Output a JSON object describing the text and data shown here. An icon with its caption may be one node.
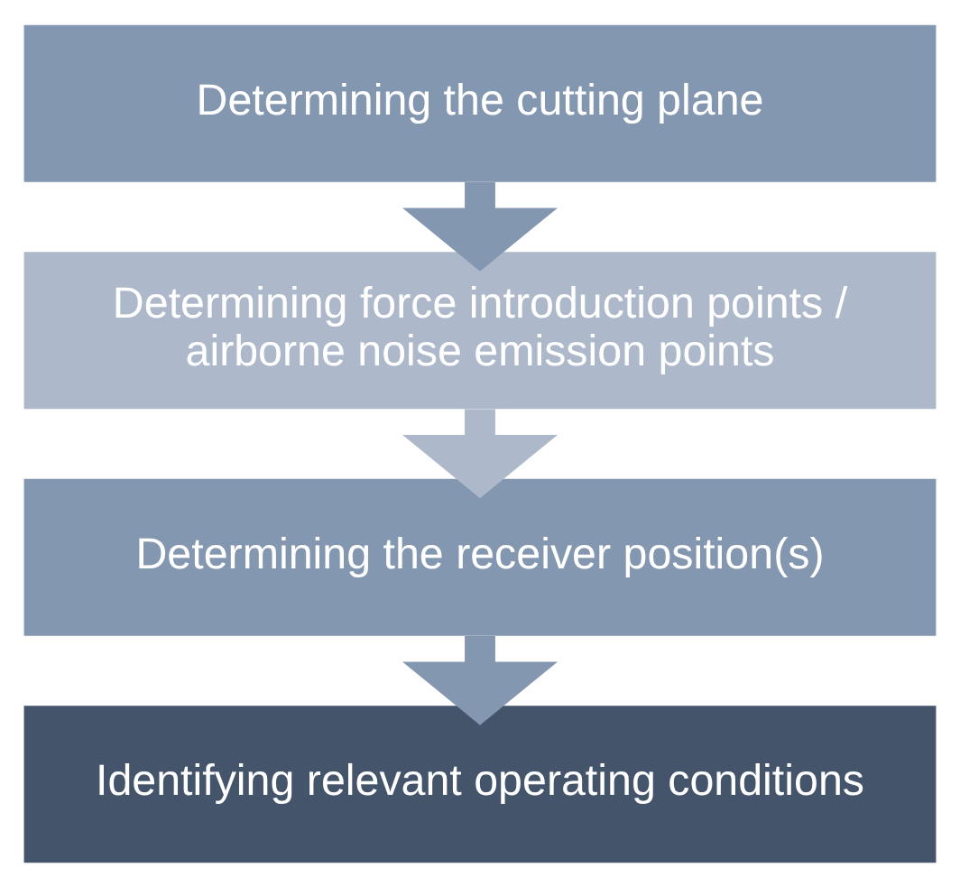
{
  "diagram": {
    "nodes": [
      {
        "text": [
          "Determining the cutting plane"
        ]
      },
      {
        "text": [
          "Determining force introduction points / airborne noise emission points"
        ]
      },
      {
        "text": [
          "Determining the receiver position(s)"
        ]
      },
      {
        "text": [
          "Identifying relevant operating conditions"
        ]
      }
    ],
    "edges": [
      {
        "from": 0,
        "to": 1,
        "arrow": "to"
      },
      {
        "from": 1,
        "to": 2,
        "arrow": "to",
        "color": "#adb9ca"
      },
      {
        "from": 2,
        "to": 3,
        "arrow": "to"
      }
    ]
  }
}
